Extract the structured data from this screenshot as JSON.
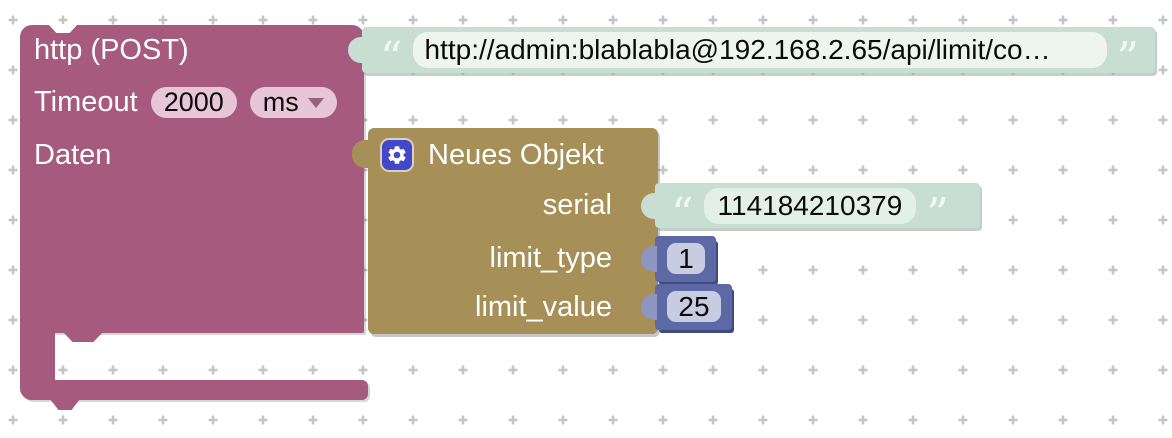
{
  "workspace": {
    "background": "#ffffff",
    "grid_color": "#c5c5c5"
  },
  "colors": {
    "magenta": "#a55a7e",
    "magenta_field": "#e7c6d7",
    "tan": "#a78f58",
    "teal": "#c8ded3",
    "teal_field": "#eef5f1",
    "number_blue": "#5c69a4",
    "number_field": "#c7cce1",
    "gear_blue": "#4347ca"
  },
  "icons": {
    "open_quote": "“",
    "close_quote": "”",
    "gear": "gear-mutator-icon",
    "dropdown_arrow": "▾"
  },
  "http_block": {
    "title": "http (POST)",
    "timeout_label": "Timeout",
    "timeout_value": "2000",
    "timeout_unit": "ms",
    "daten_label": "Daten",
    "url_value": "http://admin:blablabla@192.168.2.65/api/limit/co…"
  },
  "object_block": {
    "title": "Neues Objekt",
    "fields": [
      {
        "label": "serial",
        "type": "string",
        "value": "114184210379"
      },
      {
        "label": "limit_type",
        "type": "number",
        "value": "1"
      },
      {
        "label": "limit_value",
        "type": "number",
        "value": "25"
      }
    ]
  }
}
